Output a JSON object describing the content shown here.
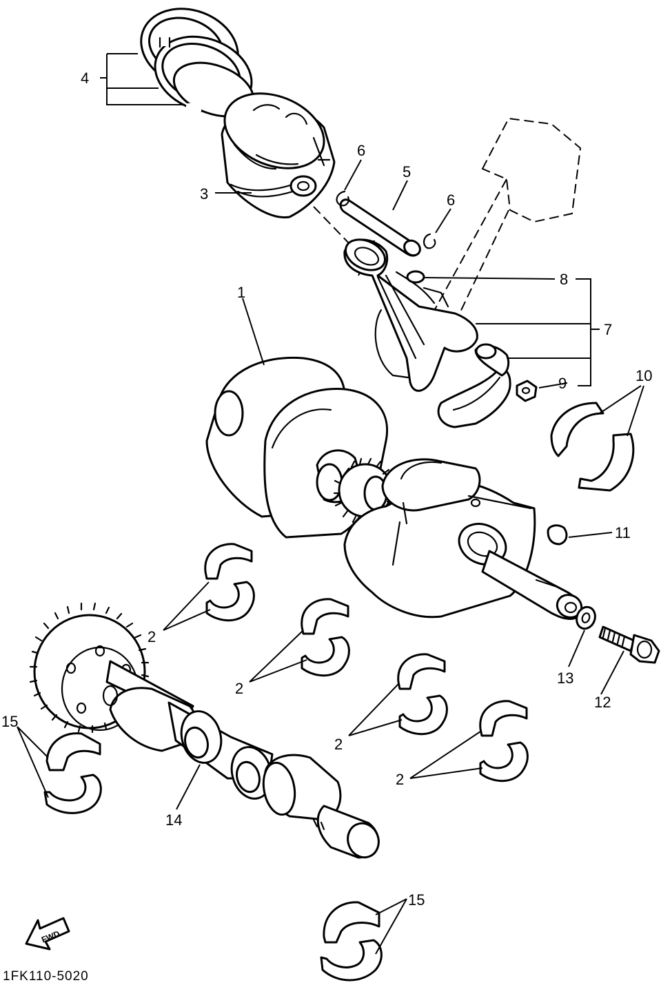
{
  "diagram": {
    "callouts": {
      "c1": "1",
      "c2a": "2",
      "c2b": "2",
      "c2c": "2",
      "c2d": "2",
      "c3": "3",
      "c4": "4",
      "c5": "5",
      "c6a": "6",
      "c6b": "6",
      "c7": "7",
      "c8": "8",
      "c9": "9",
      "c10": "10",
      "c11": "11",
      "c12": "12",
      "c13": "13",
      "c14": "14",
      "c15a": "15",
      "c15b": "15"
    },
    "fwd_label": "FWD",
    "drawing_code": "1FK110-5020"
  }
}
